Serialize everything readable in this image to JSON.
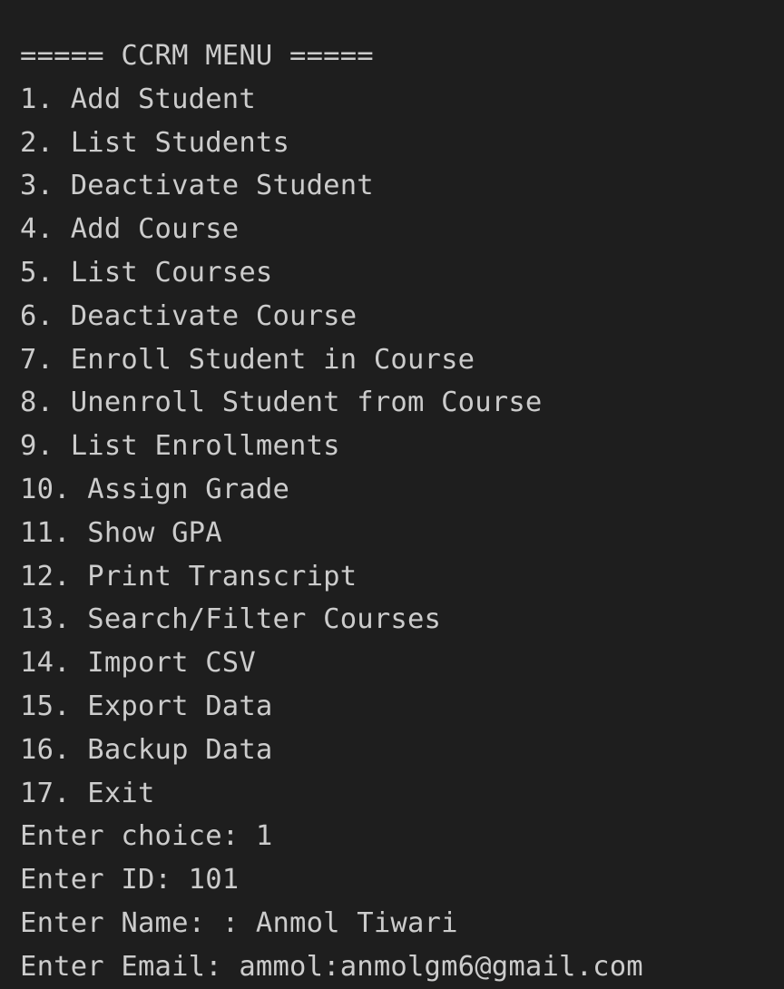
{
  "terminal": {
    "menu_header": "===== CCRM MENU =====",
    "menu_items": [
      "1. Add Student",
      "2. List Students",
      "3. Deactivate Student",
      "4. Add Course",
      "5. List Courses",
      "6. Deactivate Course",
      "7. Enroll Student in Course",
      "8. Unenroll Student from Course",
      "9. List Enrollments",
      "10. Assign Grade",
      "11. Show GPA",
      "12. Print Transcript",
      "13. Search/Filter Courses",
      "14. Import CSV",
      "15. Export Data",
      "16. Backup Data",
      "17. Exit"
    ],
    "inputs": [
      {
        "prompt": "Enter choice: ",
        "value": "1"
      },
      {
        "prompt": "Enter ID: ",
        "value": "101"
      },
      {
        "prompt": "Enter Name: : ",
        "value": "Anmol Tiwari"
      },
      {
        "prompt": "Enter Email: ",
        "value": "ammol:anmolgm6@gmail.com"
      }
    ]
  }
}
